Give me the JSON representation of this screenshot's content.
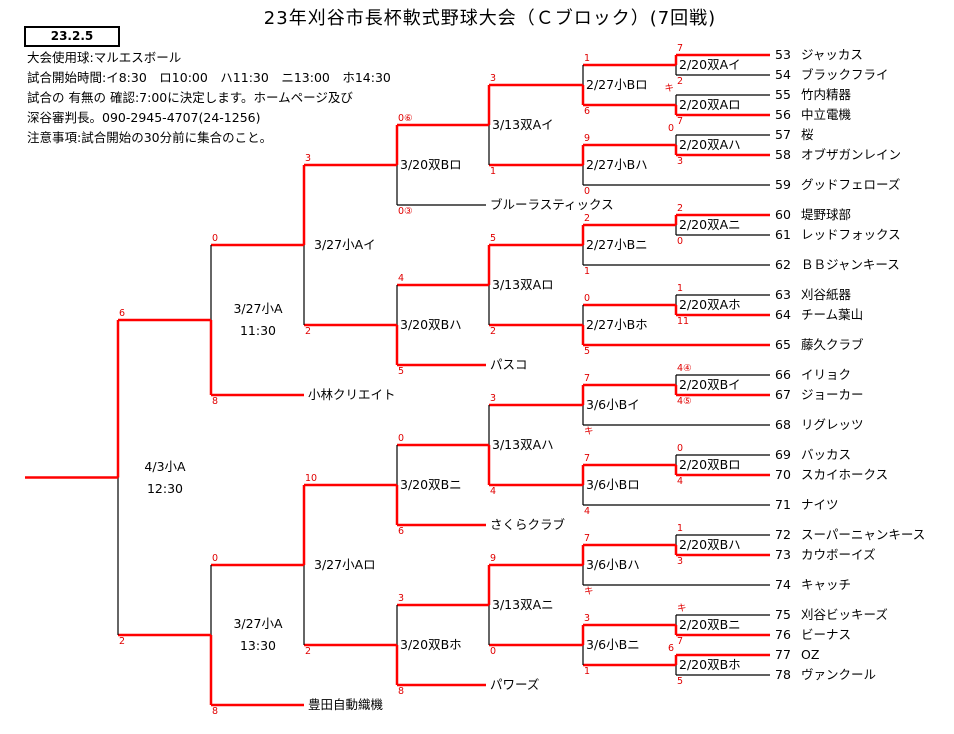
{
  "title": "23年刈谷市長杯軟式野球大会（Ｃブロック）(7回戦)",
  "date": "23.2.5",
  "info": [
    "大会使用球:マルエスボール",
    "試合開始時間:イ8:30　ロ10:00　ハ11:30　ニ13:00　ホ14:30",
    "試合の 有無の 確認:7:00に決定します。ホームページ及び",
    "深谷審判長。090-2945-4707(24-1256)",
    "注意事項:試合開始の30分前に集合のこと。"
  ],
  "colors": {
    "win": "#ff0000",
    "line": "#000000",
    "score": "#e00000"
  },
  "teams": [
    {
      "num": "53",
      "name": "ジャッカス"
    },
    {
      "num": "54",
      "name": "ブラックフライ"
    },
    {
      "num": "55",
      "name": "竹内精器"
    },
    {
      "num": "56",
      "name": "中立電機"
    },
    {
      "num": "57",
      "name": "桜"
    },
    {
      "num": "58",
      "name": "オブザガンレイン"
    },
    {
      "num": "59",
      "name": "グッドフェローズ"
    },
    {
      "num": "60",
      "name": "堤野球部"
    },
    {
      "num": "61",
      "name": "レッドフォックス"
    },
    {
      "num": "62",
      "name": "ＢＢジャンキース"
    },
    {
      "num": "63",
      "name": "刈谷紙器"
    },
    {
      "num": "64",
      "name": "チーム葉山"
    },
    {
      "num": "65",
      "name": "藤久クラブ"
    },
    {
      "num": "66",
      "name": "イリョク"
    },
    {
      "num": "67",
      "name": "ジョーカー"
    },
    {
      "num": "68",
      "name": "リグレッツ"
    },
    {
      "num": "69",
      "name": "バッカス"
    },
    {
      "num": "70",
      "name": "スカイホークス"
    },
    {
      "num": "71",
      "name": "ナイツ"
    },
    {
      "num": "72",
      "name": "スーパーニャンキース"
    },
    {
      "num": "73",
      "name": "カウボーイズ"
    },
    {
      "num": "74",
      "name": "キャッチ"
    },
    {
      "num": "75",
      "name": "刈谷ビッキーズ"
    },
    {
      "num": "76",
      "name": "ビーナス"
    },
    {
      "num": "77",
      "name": "OZ"
    },
    {
      "num": "78",
      "name": "ヴァンクール"
    }
  ],
  "seeded_teams": [
    "ブルーラスティックス",
    "パスコ",
    "さくらクラブ",
    "パワーズ",
    "小林クリエイト",
    "豊田自動織機"
  ],
  "matches": {
    "r1a1": {
      "label": "2/20双Aイ",
      "top_score": "7",
      "bottom_score": "2",
      "winner": "top"
    },
    "r1a2": {
      "label": "2/20双Aロ",
      "top_score": "キ",
      "bottom_score": "7",
      "winner": "bottom"
    },
    "r1a3": {
      "label": "2/20双Aハ",
      "top_score": "0",
      "bottom_score": "3",
      "winner": "bottom"
    },
    "r1a4": {
      "label": "2/20双Aニ",
      "top_score": "2",
      "bottom_score": "0",
      "winner": "top"
    },
    "r1a5": {
      "label": "2/20双Aホ",
      "top_score": "1",
      "bottom_score": "11",
      "winner": "bottom"
    },
    "r1b1": {
      "label": "2/20双Bイ",
      "top_score": "4④",
      "bottom_score": "4⑤",
      "winner": "bottom"
    },
    "r1b2": {
      "label": "2/20双Bロ",
      "top_score": "0",
      "bottom_score": "4",
      "winner": "bottom"
    },
    "r1b3": {
      "label": "2/20双Bハ",
      "top_score": "1",
      "bottom_score": "3",
      "winner": "bottom"
    },
    "r1b4": {
      "label": "2/20双Bニ",
      "top_score": "キ",
      "bottom_score": "7",
      "winner": "bottom"
    },
    "r1b5": {
      "label": "2/20双Bホ",
      "top_score": "6",
      "bottom_score": "5",
      "winner": "top"
    },
    "r2a": {
      "label": "2/27小Bロ",
      "top_score": "1",
      "bottom_score": "6",
      "winner": "bottom"
    },
    "r2b": {
      "label": "2/27小Bハ",
      "top_score": "9",
      "bottom_score": "0",
      "winner": "top"
    },
    "r2c": {
      "label": "2/27小Bニ",
      "top_score": "2",
      "bottom_score": "1",
      "winner": "top"
    },
    "r2d": {
      "label": "2/27小Bホ",
      "top_score": "0",
      "bottom_score": "5",
      "winner": "bottom"
    },
    "r2e": {
      "label": "3/6小Bイ",
      "top_score": "7",
      "bottom_score": "キ",
      "winner": "top"
    },
    "r2f": {
      "label": "3/6小Bロ",
      "top_score": "7",
      "bottom_score": "4",
      "winner": "top"
    },
    "r2g": {
      "label": "3/6小Bハ",
      "top_score": "7",
      "bottom_score": "キ",
      "winner": "top"
    },
    "r2h": {
      "label": "3/6小Bニ",
      "top_score": "3",
      "bottom_score": "1",
      "winner": "top"
    },
    "r3a": {
      "label": "3/13双Aイ",
      "top_score": "3",
      "bottom_score": "1",
      "winner": "top"
    },
    "r3b": {
      "label": "3/13双Aロ",
      "top_score": "5",
      "bottom_score": "2",
      "winner": "top"
    },
    "r3c": {
      "label": "3/13双Aハ",
      "top_score": "3",
      "bottom_score": "4",
      "winner": "bottom"
    },
    "r3d": {
      "label": "3/13双Aニ",
      "top_score": "9",
      "bottom_score": "0",
      "winner": "top"
    },
    "r4a": {
      "label": "3/20双Bロ",
      "top_score": "0⑥",
      "bottom_score": "0③",
      "winner": "top"
    },
    "r4b": {
      "label": "3/20双Bハ",
      "top_score": "4",
      "bottom_score": "5",
      "winner": "bottom"
    },
    "r4c": {
      "label": "3/20双Bニ",
      "top_score": "0",
      "bottom_score": "6",
      "winner": "bottom"
    },
    "r4d": {
      "label": "3/20双Bホ",
      "top_score": "3",
      "bottom_score": "8",
      "winner": "bottom"
    },
    "r5a": {
      "label": "3/27小Aイ",
      "top_score": "3",
      "bottom_score": "2",
      "winner": "top"
    },
    "r5b": {
      "label": "3/27小Aロ",
      "top_score": "10",
      "bottom_score": "2",
      "winner": "top"
    },
    "r6a": {
      "label": "3/27小A",
      "time": "11:30",
      "top_score": "0",
      "bottom_score": "8",
      "winner": "bottom"
    },
    "r6b": {
      "label": "3/27小A",
      "time": "13:30",
      "top_score": "0",
      "bottom_score": "8",
      "winner": "bottom"
    },
    "r7": {
      "label": "4/3小A",
      "time": "12:30",
      "top_score": "6",
      "bottom_score": "2",
      "winner": "top"
    }
  }
}
